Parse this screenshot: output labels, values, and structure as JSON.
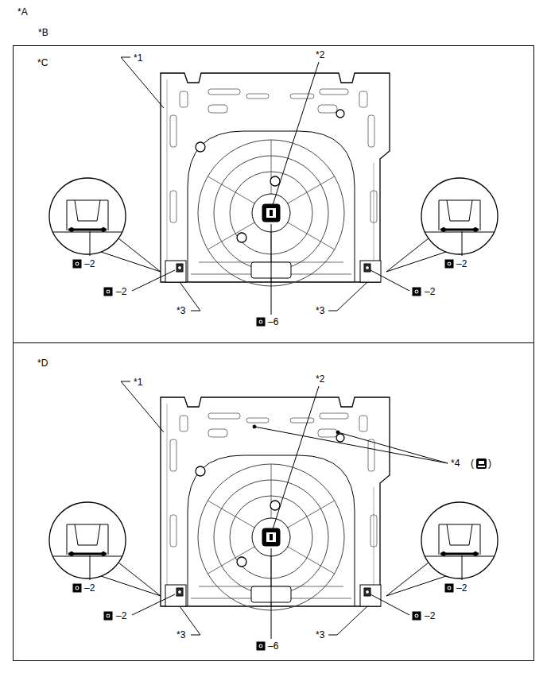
{
  "diagram": {
    "nodes": [
      {
        "text": [
          "*C"
        ]
      },
      {
        "text": [
          "*D"
        ]
      }
    ],
    "labels": [
      "*A",
      "*B",
      "*1",
      "*2",
      "–2",
      "–2",
      "–2",
      "–2",
      "*3",
      "*3",
      "–6",
      "*1",
      "*2",
      "*4",
      "(",
      ")",
      "–2",
      "–2",
      "–2",
      "–2",
      "*3",
      "*3",
      "–6"
    ]
  }
}
